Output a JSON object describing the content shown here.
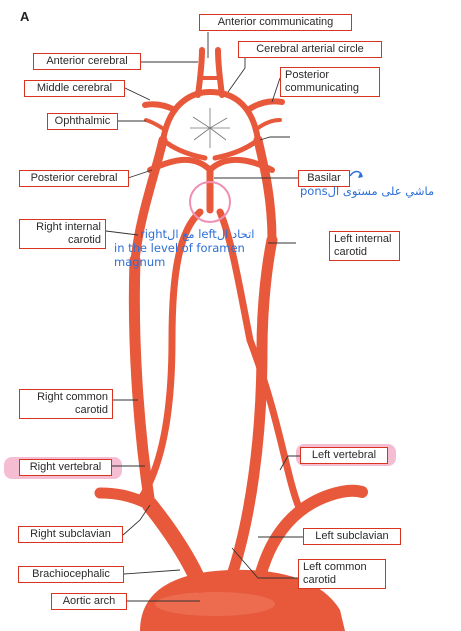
{
  "figure": {
    "panel_letter": "A",
    "artery_color": "#e8593c",
    "label_border_color": "#d9341f",
    "highlight_color": "#f2a7c3",
    "annotation_color": "#2d6fd6",
    "labels": {
      "anterior_communicating": "Anterior communicating",
      "anterior_cerebral": "Anterior cerebral",
      "cerebral_arterial_circle": "Cerebral arterial circle",
      "middle_cerebral": "Middle cerebral",
      "posterior_communicating": "Posterior communicating",
      "ophthalmic": "Ophthalmic",
      "posterior_cerebral": "Posterior cerebral",
      "basilar": "Basilar",
      "right_internal_carotid": "Right internal carotid",
      "left_internal_carotid": "Left internal carotid",
      "right_common_carotid": "Right common carotid",
      "right_vertebral": "Right vertebral",
      "left_vertebral": "Left vertebral",
      "right_subclavian": "Right subclavian",
      "left_subclavian": "Left subclavian",
      "brachiocephalic": "Brachiocephalic",
      "left_common_carotid": "Left common carotid",
      "aortic_arch": "Aortic arch"
    },
    "annotations": {
      "pons_note": "ماشي على مستوى الpons",
      "union_note_line1": "اتحاد الleft مع الright",
      "union_note_line2": "in the level of foramen",
      "union_note_line3": "magnum"
    }
  }
}
